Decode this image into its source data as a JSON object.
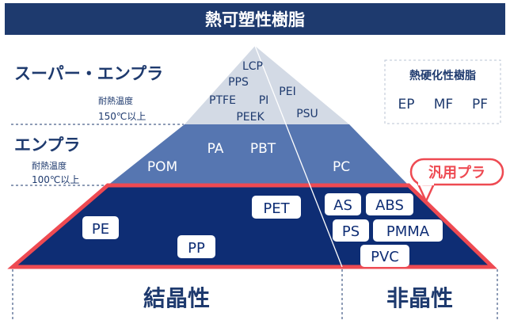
{
  "title": "熱可塑性樹脂",
  "tiers": {
    "super": {
      "label": "スーパー・エンプラ",
      "temp_label": "耐熱温度",
      "temp_value": "150℃以上",
      "crystalline": [
        "LCP",
        "PPS",
        "PTFE",
        "PI",
        "PEEK"
      ],
      "amorphous": [
        "PEI",
        "PSU"
      ]
    },
    "engineering": {
      "label": "エンプラ",
      "temp_label": "耐熱温度",
      "temp_value": "100℃以上",
      "crystalline": [
        "POM",
        "PA",
        "PBT"
      ],
      "amorphous": [
        "PC"
      ]
    },
    "general": {
      "label": "汎用プラ",
      "crystalline": [
        "PE",
        "PET",
        "PP"
      ],
      "amorphous": [
        "AS",
        "ABS",
        "PS",
        "PMMA",
        "PVC"
      ]
    }
  },
  "thermoset": {
    "title": "熱硬化性樹脂",
    "items": [
      "EP",
      "MF",
      "PF"
    ]
  },
  "categories": {
    "crystalline": "結晶性",
    "amorphous": "非晶性"
  },
  "colors": {
    "navy": "#1e3a6e",
    "top_tier": "#d3dae5",
    "mid_tier": "#5676b1",
    "bottom_tier": "#0e2d74",
    "highlight": "#ee4a52",
    "title_bar": "#1e3a6e"
  }
}
